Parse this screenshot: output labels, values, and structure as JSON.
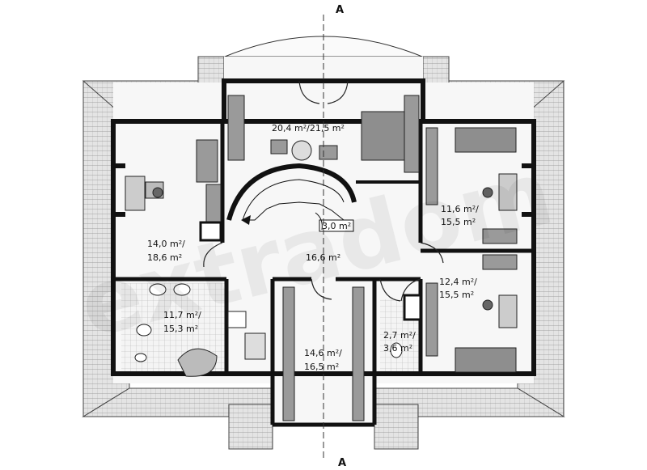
{
  "section_marks": {
    "top": "A",
    "bottom": "A"
  },
  "rooms": [
    {
      "id": "master-bedroom",
      "area": "20,4 m²/21,5 m²"
    },
    {
      "id": "left-bedroom",
      "area_line1": "14,0 m²/",
      "area_line2": "18,6 m²"
    },
    {
      "id": "hall",
      "area": "16,6 m²"
    },
    {
      "id": "stair-landing",
      "area": "3,0 m²"
    },
    {
      "id": "right-top-bedroom",
      "area_line1": "11,6 m²/",
      "area_line2": "15,5 m²"
    },
    {
      "id": "right-bottom-bedroom",
      "area_line1": "12,4 m²/",
      "area_line2": "15,5 m²"
    },
    {
      "id": "bathroom",
      "area_line1": "11,7 m²/",
      "area_line2": "15,3 m²"
    },
    {
      "id": "wardrobe",
      "area_line1": "14,6 m²/",
      "area_line2": "16,5 m²"
    },
    {
      "id": "wc",
      "area_line1": "2,7 m²/",
      "area_line2": "3,6 m²"
    }
  ],
  "watermark": "extradom",
  "colors": {
    "wall": "#111111",
    "roof": "#dcdcdc",
    "floor": "#f2f2f2",
    "furniture": "#9a9a9a"
  }
}
